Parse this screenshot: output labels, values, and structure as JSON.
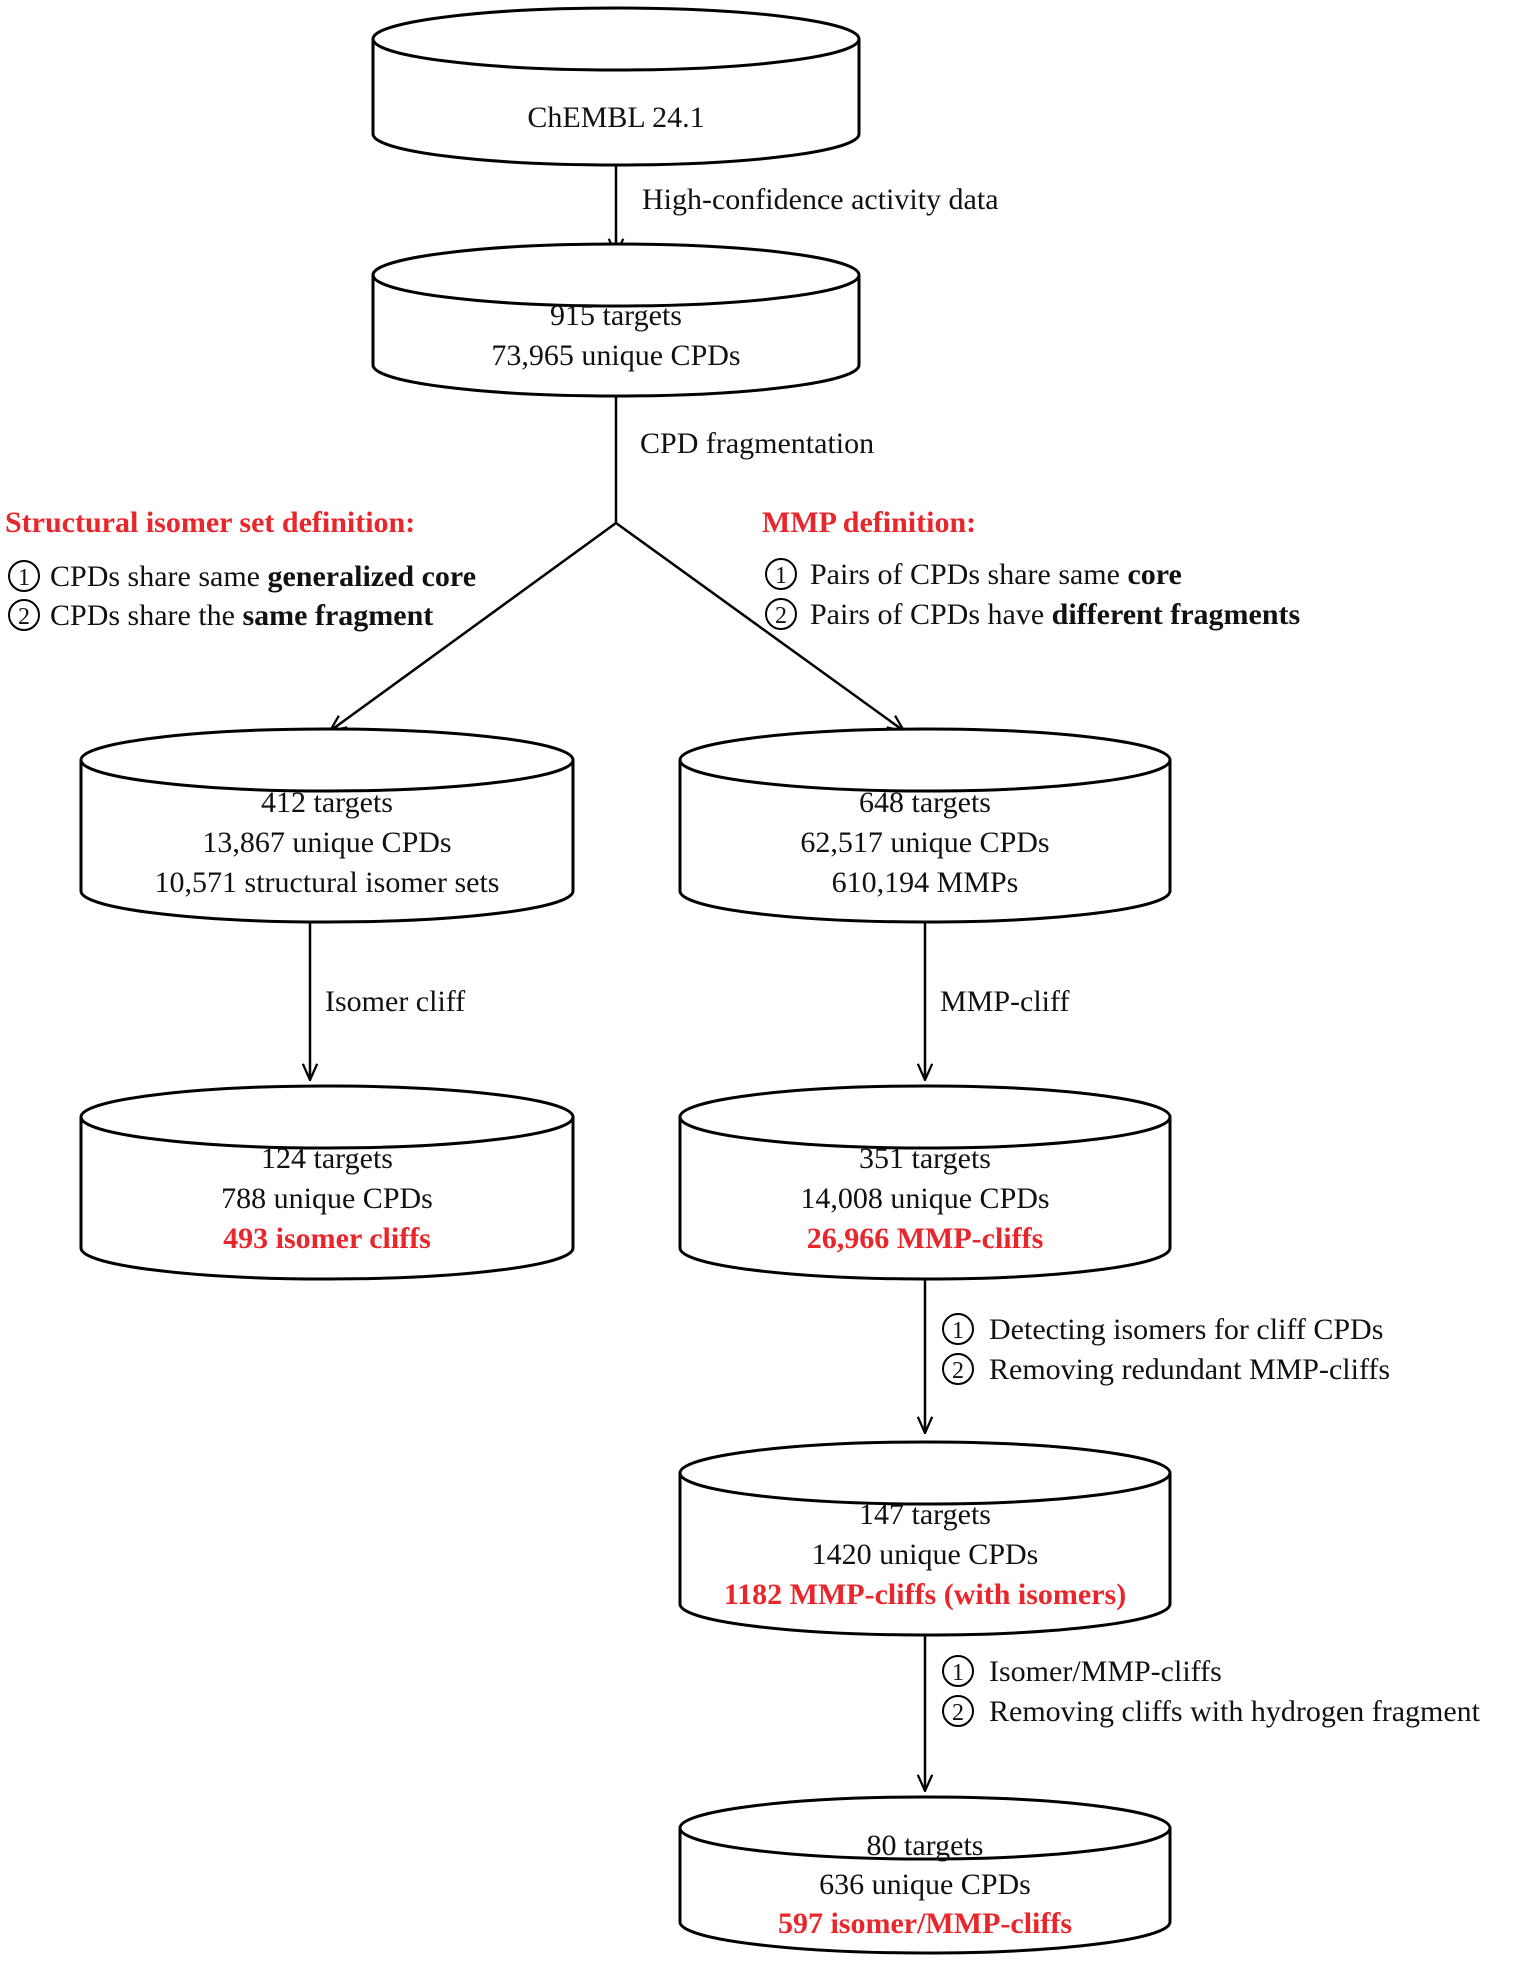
{
  "colors": {
    "highlight": "#e8262b",
    "stroke": "#000000",
    "text": "#111111"
  },
  "databases": {
    "chembl": {
      "lines": [
        "ChEMBL 24.1"
      ]
    },
    "initial": {
      "lines": [
        "915 targets",
        "73,965 unique CPDs"
      ]
    },
    "isomer": {
      "lines": [
        "412 targets",
        "13,867 unique CPDs",
        "10,571 structural isomer sets"
      ]
    },
    "mmp": {
      "lines": [
        "648 targets",
        "62,517 unique CPDs",
        "610,194 MMPs"
      ]
    },
    "isomer_cliffs": {
      "lines": [
        "124 targets",
        "788 unique CPDs"
      ],
      "highlight": "493 isomer cliffs"
    },
    "mmp_cliffs": {
      "lines": [
        "351 targets",
        "14,008 unique CPDs"
      ],
      "highlight": "26,966 MMP-cliffs"
    },
    "with_isomers": {
      "lines": [
        "147 targets",
        "1420 unique CPDs"
      ],
      "highlight": "1182 MMP-cliffs (with isomers)"
    },
    "final": {
      "lines": [
        "80 targets",
        "636 unique CPDs"
      ],
      "highlight": "597 isomer/MMP-cliffs"
    }
  },
  "steps": {
    "high_confidence": "High-confidence activity data",
    "fragmentation": "CPD fragmentation",
    "isomer_cliff": "Isomer cliff",
    "mmp_cliff": "MMP-cliff",
    "detect": {
      "items": [
        {
          "num": "1",
          "text": "Detecting isomers for cliff CPDs"
        },
        {
          "num": "2",
          "text": "Removing redundant MMP-cliffs"
        }
      ]
    },
    "final_filter": {
      "items": [
        {
          "num": "1",
          "text": "Isomer/MMP-cliffs"
        },
        {
          "num": "2",
          "text": "Removing cliffs with hydrogen fragment"
        }
      ]
    }
  },
  "definitions": {
    "isomer": {
      "title": "Structural isomer set definition:",
      "items": [
        {
          "num": "1",
          "prefix": "CPDs share same ",
          "bold": "generalized core"
        },
        {
          "num": "2",
          "prefix": "CPDs share the ",
          "bold": "same fragment"
        }
      ]
    },
    "mmp": {
      "title": "MMP definition:",
      "items": [
        {
          "num": "1",
          "prefix": "Pairs of CPDs share same ",
          "bold": "core"
        },
        {
          "num": "2",
          "prefix": "Pairs of CPDs have ",
          "bold": "different fragments"
        }
      ]
    }
  }
}
